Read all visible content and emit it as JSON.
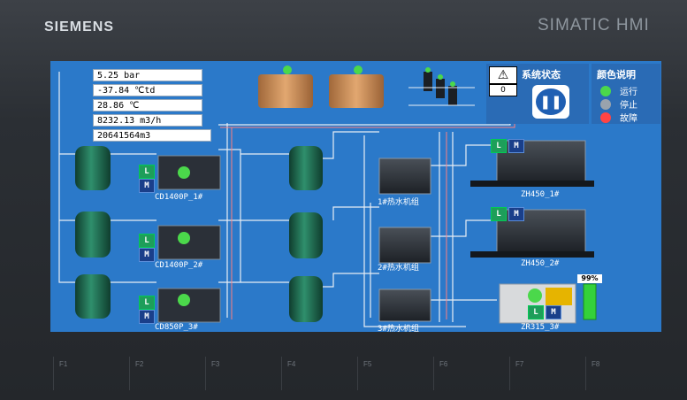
{
  "bezel": {
    "brand": "SIEMENS",
    "product": "SIMATIC HMI"
  },
  "fkeys": [
    "F1",
    "F2",
    "F3",
    "F4",
    "F5",
    "F6",
    "F7",
    "F8"
  ],
  "readouts": {
    "pressure": "5.25 bar",
    "dewpoint": "-37.84 ℃td",
    "temperature": "28.86 ℃",
    "flow": "8232.13 m3/h",
    "total": "20641564m3"
  },
  "status_panel": {
    "title": "系统状态",
    "alarm_count": "0"
  },
  "legend": {
    "title": "颜色说明",
    "items": [
      {
        "label": "运行",
        "color": "#4bd84b"
      },
      {
        "label": "停止",
        "color": "#9aa3ad"
      },
      {
        "label": "故障",
        "color": "#ff4444"
      }
    ]
  },
  "dryers": [
    {
      "name": "CD1400P_1#"
    },
    {
      "name": "CD1400P_2#"
    },
    {
      "name": "CD850P_3#"
    }
  ],
  "heat_units": [
    {
      "name": "1#热水机组"
    },
    {
      "name": "2#热水机组"
    },
    {
      "name": "3#热水机组"
    }
  ],
  "compressors": [
    {
      "name": "ZH450_1#"
    },
    {
      "name": "ZH450_2#"
    },
    {
      "name": "ZR315_3#",
      "level_label": "99%",
      "level": 99
    }
  ],
  "mode_buttons": {
    "local": "L",
    "remote": "M"
  },
  "colors": {
    "screen_bg": "#2b79c9",
    "run": "#4bd84b",
    "tank": "#1f6b52"
  }
}
